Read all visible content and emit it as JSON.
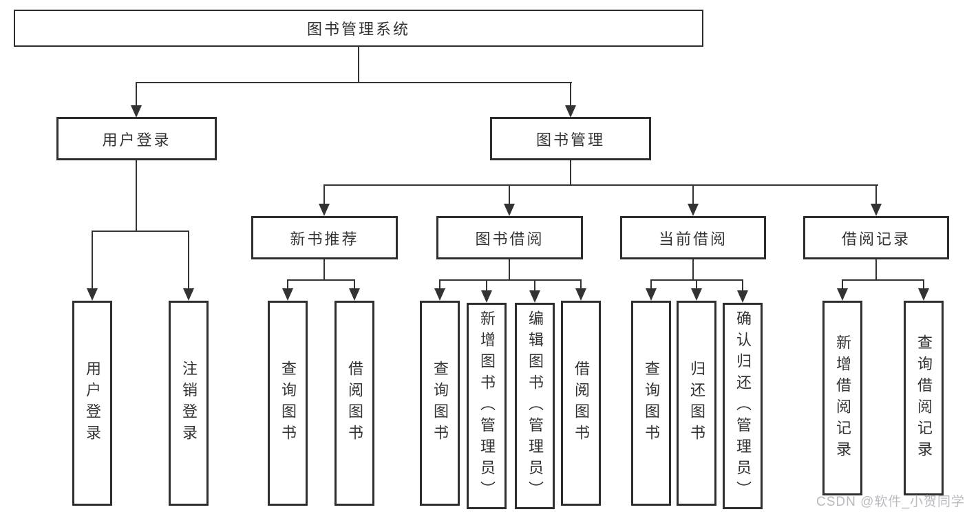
{
  "tree": {
    "root": {
      "label": "图书管理系统"
    },
    "login_branch": {
      "label": "用户登录",
      "leaves": [
        "用户登录",
        "注销登录"
      ]
    },
    "management_branch": {
      "label": "图书管理",
      "groups": [
        {
          "label": "新书推荐",
          "leaves": [
            "查询图书",
            "借阅图书"
          ]
        },
        {
          "label": "图书借阅",
          "leaves": [
            "查询图书",
            "新增图书（管理员）",
            "编辑图书（管理员）",
            "借阅图书"
          ]
        },
        {
          "label": "当前借阅",
          "leaves": [
            "查询图书",
            "归还图书",
            "确认归还（管理员）"
          ]
        },
        {
          "label": "借阅记录",
          "leaves": [
            "新增借阅记录",
            "查询借阅记录"
          ]
        }
      ]
    }
  },
  "watermark": {
    "text": "CSDN @软件_小贺同学"
  },
  "colors": {
    "line": "#333333",
    "box_border": "#2d2d2d",
    "text": "#333333",
    "watermark": "#b9b9be",
    "background": "#ffffff"
  }
}
